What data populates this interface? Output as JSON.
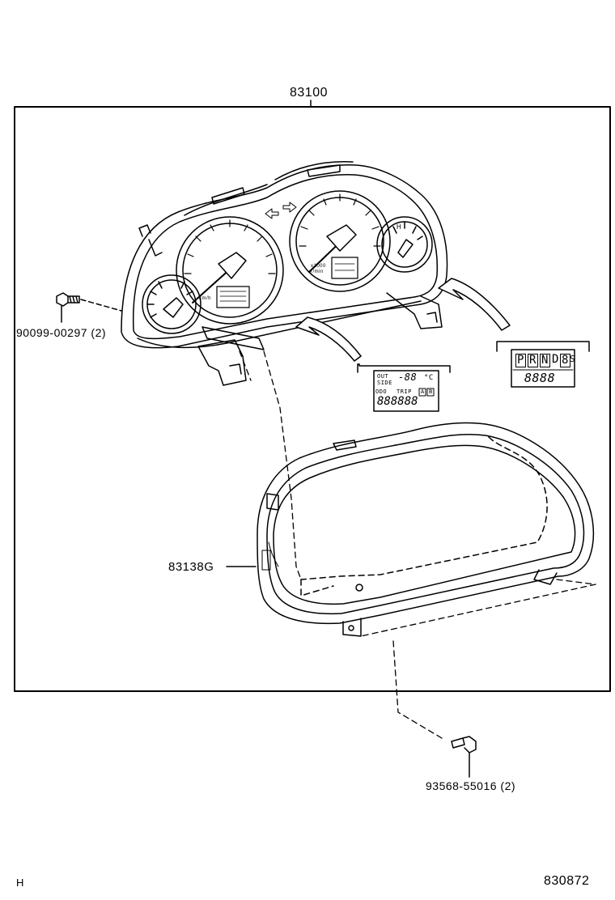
{
  "labels": {
    "assembly": "83100",
    "screw_left": "90099-00297 (2)",
    "glass": "83138G",
    "screw_bottom": "93568-55016 (2)",
    "corner_left": "H",
    "figure_number": "830872"
  },
  "gauge_text": {
    "speed_unit": "km/h",
    "tacho_unit": "x1000 r/min",
    "temp_mark": "H"
  },
  "detail_odometer": {
    "row1_left": "OUT",
    "row1_mid": "SIDE",
    "row1_digits": "-88",
    "row1_unit": "°C",
    "row2_left": "ODO",
    "row2_mid": "TRIP",
    "box_a": "A",
    "box_b": "B",
    "digits": "888888"
  },
  "detail_shift": {
    "p": "P",
    "r": "R",
    "n": "N",
    "d": "D",
    "num": "8",
    "s": "S",
    "digits": "8888"
  },
  "colors": {
    "line": "#000000",
    "background": "#ffffff"
  }
}
